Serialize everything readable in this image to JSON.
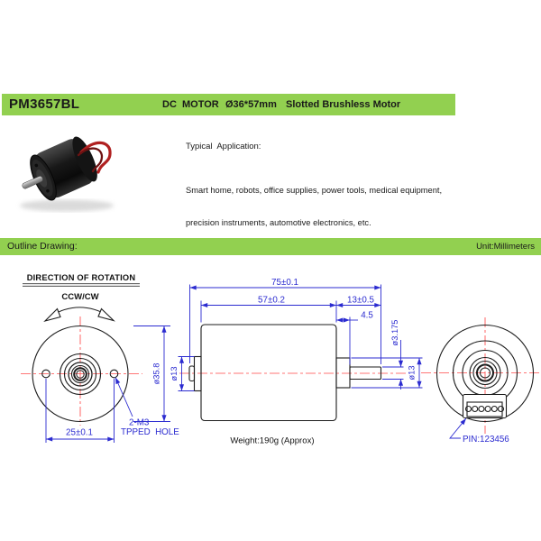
{
  "colors": {
    "header_green": "#92d050",
    "dimension_blue": "#2b2bd0",
    "centerline_red": "#ff4a4a",
    "line_dark": "#1c1c1c"
  },
  "header": {
    "model": "PM3657BL",
    "product_type": "DC  MOTOR",
    "size": "Ø36*57mm",
    "description": "Slotted Brushless Motor"
  },
  "application": {
    "title": "Typical  Application:",
    "line1": "Smart home, robots, office supplies, power tools, medical equipment,",
    "line2": "precision instruments, automotive electronics, etc."
  },
  "outline": {
    "label": "Outline Drawing:",
    "unit": "Unit:Millimeters"
  },
  "front_view": {
    "title": "DIRECTION OF ROTATION",
    "rotation": "CCW/CW",
    "pitch_dim": "25±0.1",
    "outer_dia_dim": "ø35.8",
    "hole_count_label": "2-M3",
    "hole_type_label": "TPPED  HOLE"
  },
  "side_view": {
    "total_len_dim": "75±0.1",
    "body_len_dim": "57±0.2",
    "shaft_len_dim": "13±0.5",
    "boss_len_dim": "4.5",
    "shaft_dia_dim": "ø3.175",
    "front_boss_dia_dim": "ø13",
    "rear_boss_dia_dim": "ø13",
    "weight": "Weight:190g (Approx)"
  },
  "rear_view": {
    "pin_label": "PIN:123456"
  }
}
